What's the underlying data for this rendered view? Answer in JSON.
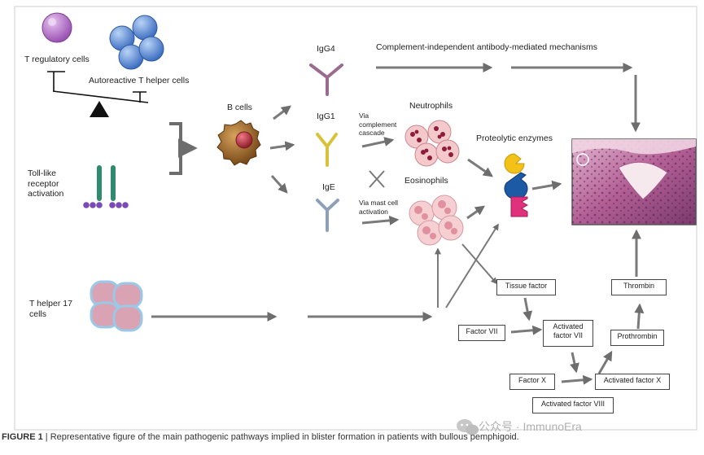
{
  "labels": {
    "t_regulatory": "T regulatory  cells",
    "autoreactive": "Autoreactive T helper cells",
    "b_cells": "B cells",
    "igg4": "IgG4",
    "complement_independent": "Complement-independent antibody-mediated mechanisms",
    "igg1": "IgG1",
    "via_complement": "Via complement cascade",
    "neutrophils": "Neutrophils",
    "proteolytic": "Proteolytic enzymes",
    "eosinophils": "Eosinophils",
    "ige": "IgE",
    "via_mast": "Via mast cell activation",
    "toll_like": "Toll-like receptor activation",
    "th17": "T helper 17 cells"
  },
  "boxes": {
    "tissue_factor": "Tissue factor",
    "thrombin": "Thrombin",
    "factor_vii": "Factor VII",
    "activated_factor_vii": "Activated factor VII",
    "prothrombin": "Prothrombin",
    "factor_x": "Factor X",
    "activated_factor_x": "Activated factor X",
    "activated_factor_viii": "Activated factor VIII"
  },
  "caption": {
    "prefix": "FIGURE 1",
    "separator": " | ",
    "text": "Representative figure of the main pathogenic pathways implied in blister formation in patients with bullous pemphigoid."
  },
  "watermark": "公众号 · ImmunoEra",
  "colors": {
    "treg": "#b67ac8",
    "th_cells": "#5b8ed6",
    "b_cell": "#a76d2a",
    "nucleus": "#b8323f",
    "neutrophil": "#f3c9cc",
    "eosinophil": "#f5cfd2",
    "th17": "#d9a3b4",
    "tlr_bar": "#2f8a6e",
    "tlr_dot": "#7a4bb5",
    "ab_igg4": "#9a6b8e",
    "ab_igg1": "#d8c23a",
    "ab_ige": "#8ea0b8",
    "enzyme_yellow": "#f2c218",
    "enzyme_blue": "#1d5aa6",
    "enzyme_pink": "#e0327c",
    "arrow": "#8a8a8a",
    "tissue": "#c98db0"
  }
}
